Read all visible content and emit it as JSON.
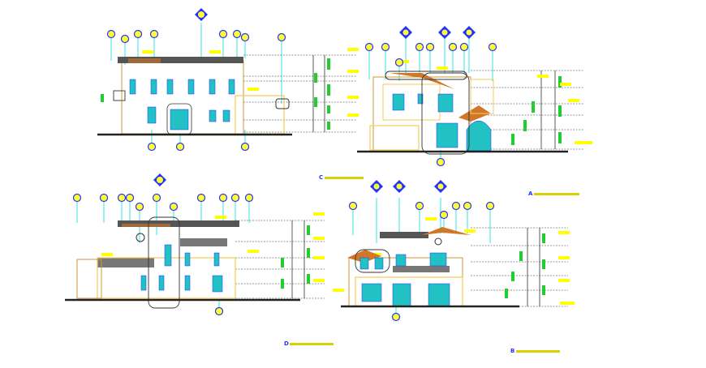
{
  "drawing": {
    "background": "#ffffff",
    "palette": {
      "outline": "#cc9933",
      "wall": "#f5cc55",
      "glass": "#22c1c3",
      "roof": "#444444",
      "tile": "#d0782a",
      "bubble_fill": "#ffff33",
      "bubble_ring": "#2233ff",
      "dim_tag": "#22cc33",
      "leader": "#00dddd",
      "grid": "#333333",
      "label": "#ffff00"
    },
    "captions": {
      "top_left": {
        "letter": "C",
        "subtitle": ""
      },
      "top_right": {
        "letter": "A",
        "subtitle": ""
      },
      "bottom_left": {
        "letter": "D",
        "subtitle": ""
      },
      "bottom_right": {
        "letter": "B",
        "subtitle": ""
      }
    }
  }
}
